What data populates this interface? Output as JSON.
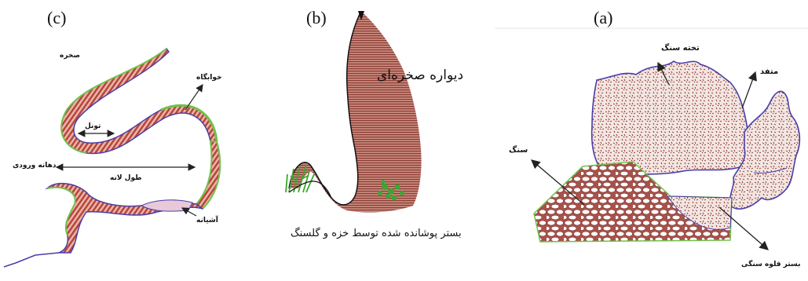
{
  "panels": {
    "a": {
      "letter": "(a)",
      "labels": {
        "slab": "تخته سنگ",
        "porous": "متفد",
        "rock": "سنگ",
        "bed": "بستر قلوه سنگی"
      }
    },
    "b": {
      "letter": "(b)",
      "labels": {
        "wall": "دیواره صخره‌ای",
        "caption": "بستر پوشانده شده توسط خزه و گلسنگ"
      }
    },
    "c": {
      "letter": "(c)",
      "labels": {
        "rock": "صخره",
        "roost": "خوابگاه",
        "tunnel": "تونل",
        "entrance": "دهانه ورودی",
        "length": "طول لانه",
        "nest": "آشیانه"
      }
    }
  },
  "colors": {
    "rock_fill": "#b86a5e",
    "rock_dot": "#7a2e2a",
    "outline_blue": "#4a3ea8",
    "outline_green": "#6fc24a",
    "moss": "#3aa830",
    "arrow": "#222222"
  }
}
